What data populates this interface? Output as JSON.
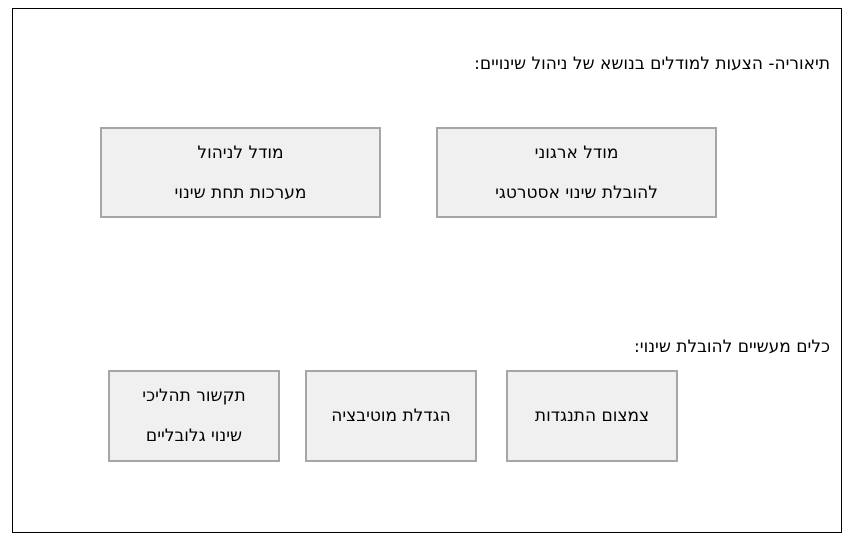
{
  "section_models": {
    "title": "תיאוריה- הצעות למודלים בנושא של ניהול שינויים:",
    "boxes": [
      {
        "line1": "מודל ארגוני",
        "line2": "להובלת שינוי אסטרטגי"
      },
      {
        "line1": "מודל לניהול",
        "line2": "מערכות תחת שינוי"
      }
    ]
  },
  "section_tools": {
    "title": "כלים מעשיים להובלת שינוי:",
    "boxes": [
      {
        "line1": "צמצום התנגדות"
      },
      {
        "line1": "הגדלת מוטיבציה"
      },
      {
        "line1": "תקשור תהליכי",
        "line2": "שינוי גלובליים"
      }
    ]
  },
  "colors": {
    "box_fill": "#f0f0f0",
    "box_border": "#a6a6a6",
    "frame_border": "#000000"
  }
}
